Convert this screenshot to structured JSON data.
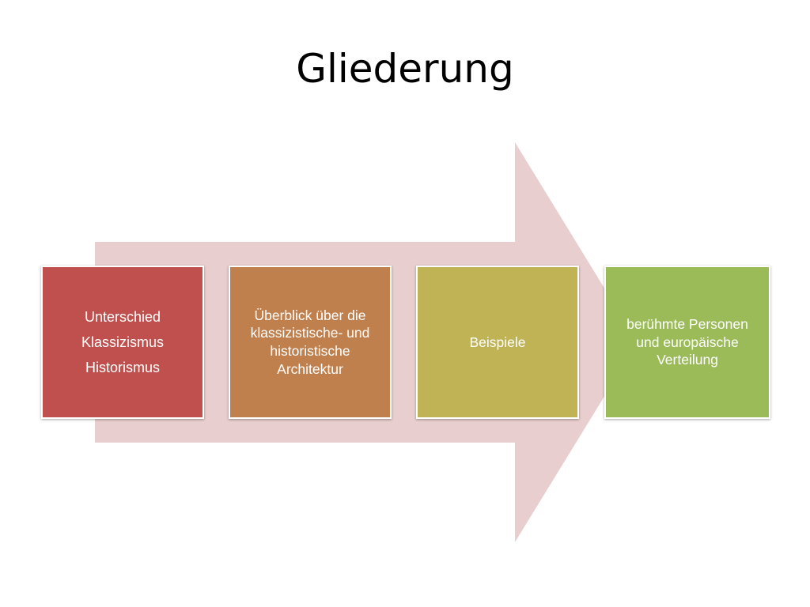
{
  "title": "Gliederung",
  "colors": {
    "arrow": "#e8cece",
    "box1": "#c0504d",
    "box2": "#c0804d",
    "box3": "#c0b356",
    "box4": "#9bbb59"
  },
  "steps": [
    {
      "lines": [
        "Unterschied",
        "Klassizismus",
        "Historismus"
      ]
    },
    {
      "lines": [
        "Überblick über die",
        "klassizistische- und",
        "historistische",
        "Architektur"
      ]
    },
    {
      "lines": [
        "Beispiele"
      ]
    },
    {
      "lines": [
        "berühmte Personen",
        "und europäische",
        "Verteilung"
      ]
    }
  ]
}
